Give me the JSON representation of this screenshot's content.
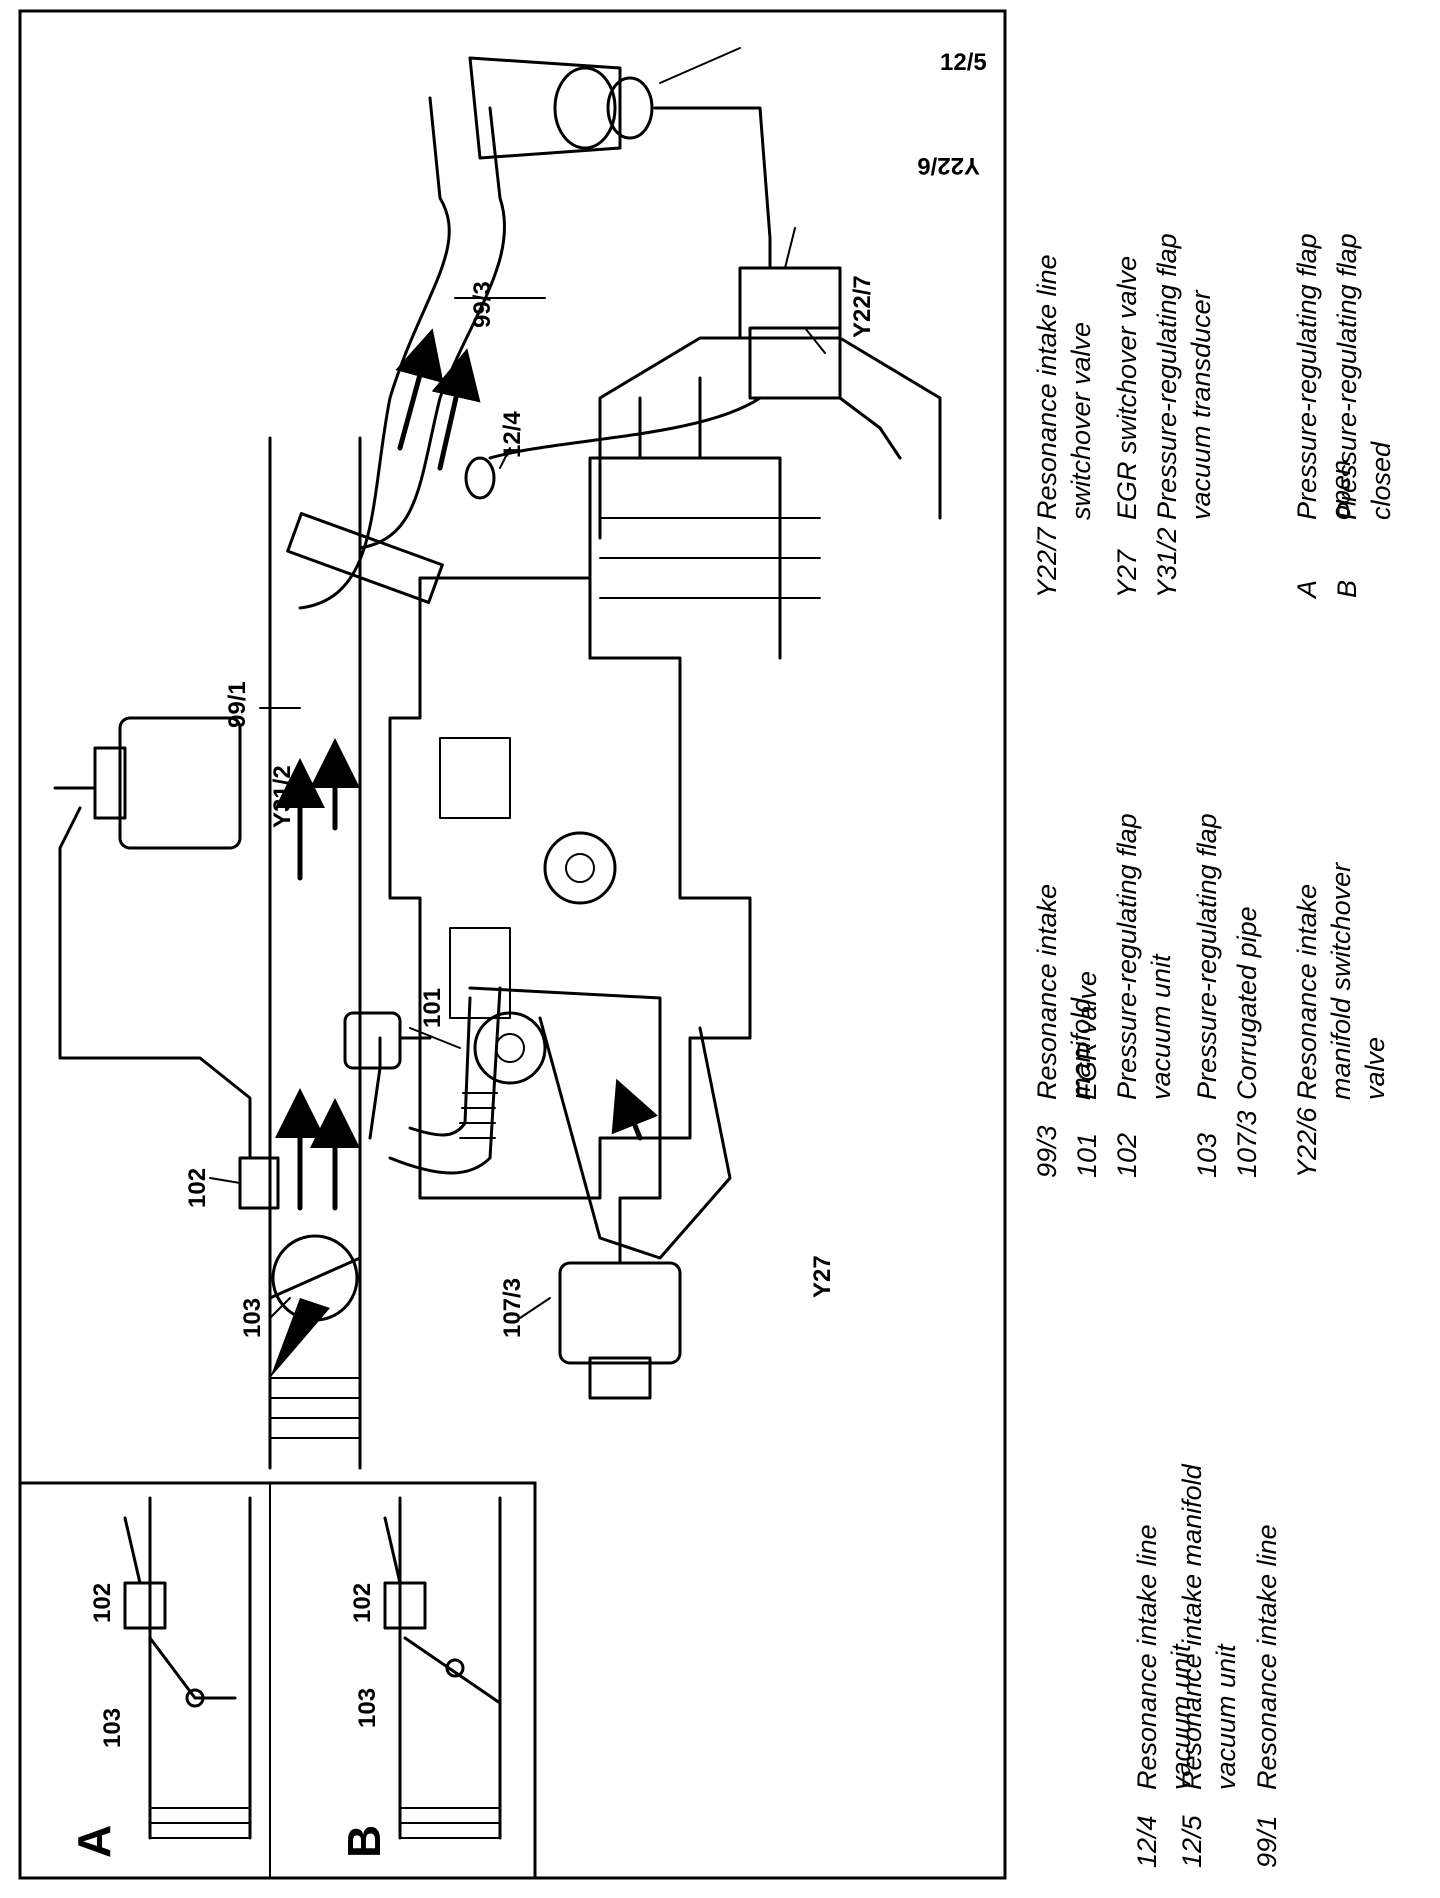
{
  "callouts": {
    "c_12_5": "12/5",
    "c_y22_6": "Y22/6",
    "c_y22_7": "Y22/7",
    "c_99_3": "99/3",
    "c_12_4": "12/4",
    "c_99_1": "99/1",
    "c_y31_2": "Y31/2",
    "c_101": "101",
    "c_102": "102",
    "c_103": "103",
    "c_107_3": "107/3",
    "c_y27": "Y27",
    "inset_a_102": "102",
    "inset_a_103": "103",
    "inset_b_102": "102",
    "inset_b_103": "103"
  },
  "insets": {
    "a_letter": "A",
    "b_letter": "B"
  },
  "legend": {
    "col1": [
      {
        "code": "12/4",
        "text": "Resonance intake line vacuum unit"
      },
      {
        "code": "12/5",
        "text": "Resonance intake manifold vacuum unit"
      },
      {
        "code": "99/1",
        "text": "Resonance intake line"
      }
    ],
    "col2": [
      {
        "code": "99/3",
        "text": "Resonance intake manifold"
      },
      {
        "code": "101",
        "text": "EGR valve"
      },
      {
        "code": "102",
        "text": "Pressure-regulating flap vacuum unit"
      },
      {
        "code": "103",
        "text": "Pressure-regulating flap"
      },
      {
        "code": "107/3",
        "text": "Corrugated pipe"
      },
      {
        "code": "Y22/6",
        "text": "Resonance intake manifold switchover valve"
      }
    ],
    "col3": [
      {
        "code": "Y22/7",
        "text": "Resonance intake line switchover valve"
      },
      {
        "code": "Y27",
        "text": "EGR switchover valve"
      },
      {
        "code": "Y31/2",
        "text": "Pressure-regulating flap vacuum transducer"
      },
      {
        "code": "A",
        "text": "Pressure-regulating flap open"
      },
      {
        "code": "B",
        "text": "Pressure-regulating flap closed"
      }
    ]
  }
}
